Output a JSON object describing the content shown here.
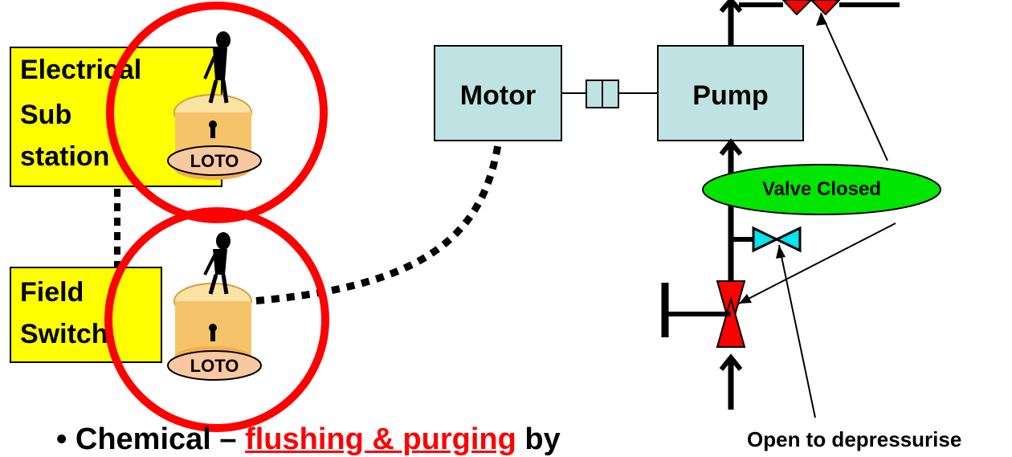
{
  "substation": {
    "line1": "Electrical",
    "line2": "Sub",
    "line3": "station"
  },
  "field_switch": {
    "line1": "Field",
    "line2": "Switch"
  },
  "loto_top": "LOTO",
  "loto_bottom": "LOTO",
  "motor": "Motor",
  "pump": "Pump",
  "valve_closed": "Valve Closed",
  "open_to_depressurise": "Open to depressurise",
  "bullet": {
    "prefix": "Chemical – ",
    "highlight": "flushing & purging",
    "suffix": " by"
  },
  "colors": {
    "yellow": "#ffff00",
    "teal_box": "#bfe3e3",
    "red_ring": "#ff0000",
    "green_ellipse": "#00e600",
    "valve_red": "#ff0000",
    "valve_cyan": "#00e5ee",
    "lock_gold": "#f5c36a",
    "loto_tag": "#f8c8a0"
  },
  "icons": [
    "padlock-icon",
    "person-icon",
    "valve-icon"
  ]
}
